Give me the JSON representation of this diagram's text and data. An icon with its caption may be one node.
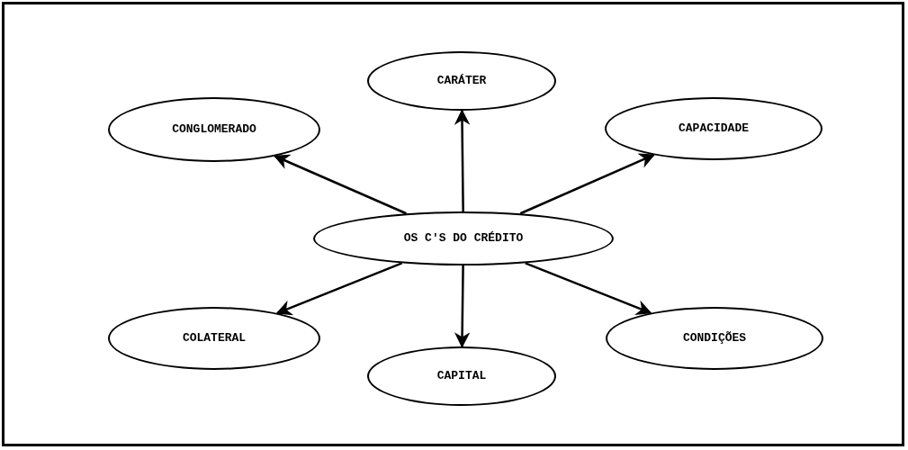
{
  "diagram": {
    "nodes": [
      {
        "text": [
          "CARÁTER"
        ]
      },
      {
        "text": [
          "CONGLOMERADO"
        ]
      },
      {
        "text": [
          "CAPACIDADE"
        ]
      },
      {
        "text": [
          "OS C'S DO CRÉDITO"
        ]
      },
      {
        "text": [
          "COLATERAL"
        ]
      },
      {
        "text": [
          "CONDIÇÕES"
        ]
      },
      {
        "text": [
          "CAPITAL"
        ]
      }
    ],
    "edges": [
      {
        "from": 3,
        "to": 0,
        "arrow": "to"
      },
      {
        "from": 3,
        "to": 1,
        "arrow": "to"
      },
      {
        "from": 3,
        "to": 2,
        "arrow": "to"
      },
      {
        "from": 3,
        "to": 4,
        "arrow": "to"
      },
      {
        "from": 3,
        "to": 5,
        "arrow": "to"
      },
      {
        "from": 3,
        "to": 6,
        "arrow": "to"
      }
    ]
  }
}
